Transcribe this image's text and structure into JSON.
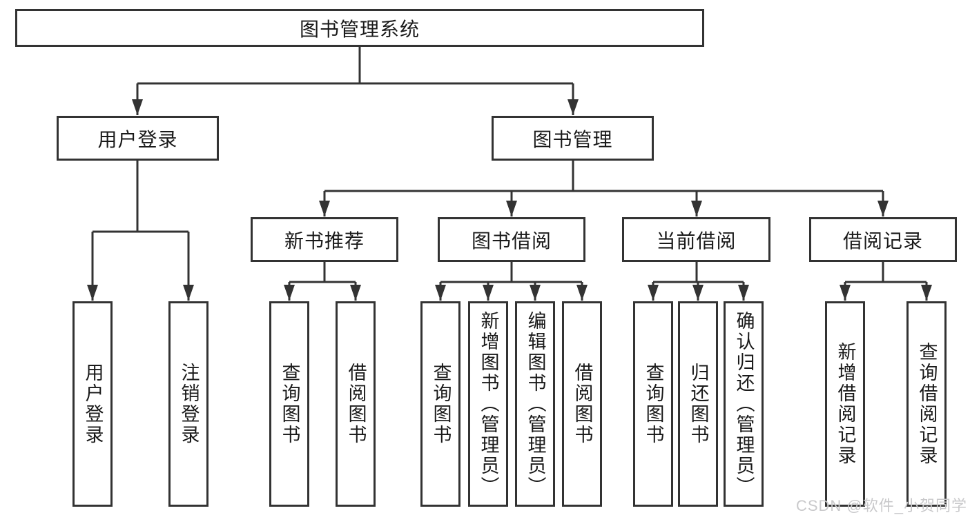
{
  "meta": {
    "background_color": "#ffffff",
    "line_color": "#333333",
    "box_border_color": "#333333",
    "text_color": "#1a1a1a",
    "watermark_color": "#c9c9cb"
  },
  "watermark": {
    "text": "CSDN @软件_小贺同学"
  },
  "tree": {
    "root": {
      "label": "图书管理系统",
      "children": [
        {
          "label": "用户登录",
          "children": [
            {
              "label": "用户登录"
            },
            {
              "label": "注销登录"
            }
          ]
        },
        {
          "label": "图书管理",
          "children": [
            {
              "label": "新书推荐",
              "children": [
                {
                  "label": "查询图书"
                },
                {
                  "label": "借阅图书"
                }
              ]
            },
            {
              "label": "图书借阅",
              "children": [
                {
                  "label": "查询图书"
                },
                {
                  "label": "新增图书（管理员）"
                },
                {
                  "label": "编辑图书（管理员）"
                },
                {
                  "label": "借阅图书"
                }
              ]
            },
            {
              "label": "当前借阅",
              "children": [
                {
                  "label": "查询图书"
                },
                {
                  "label": "归还图书"
                },
                {
                  "label": "确认归还（管理员）"
                }
              ]
            },
            {
              "label": "借阅记录",
              "children": [
                {
                  "label": "新增借阅记录"
                },
                {
                  "label": "查询借阅记录"
                }
              ]
            }
          ]
        }
      ]
    }
  }
}
